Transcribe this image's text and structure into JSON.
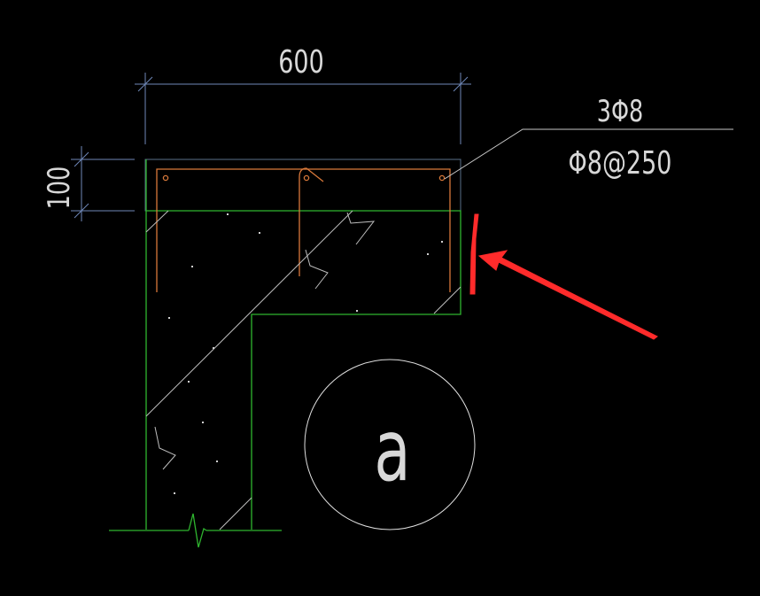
{
  "dimensions": {
    "width_label": "600",
    "height_label": "100"
  },
  "rebar_annotation": {
    "top_bars": "3Φ8",
    "stirrups": "Φ8@250"
  },
  "column_label": "a",
  "colors": {
    "background": "#000000",
    "concrete_outline": "#2fb52f",
    "rebar": "#d9793a",
    "dimension": "#6f88b8",
    "annotation_text": "#d8d8d8",
    "highlight_marker": "#ff2b2b"
  }
}
